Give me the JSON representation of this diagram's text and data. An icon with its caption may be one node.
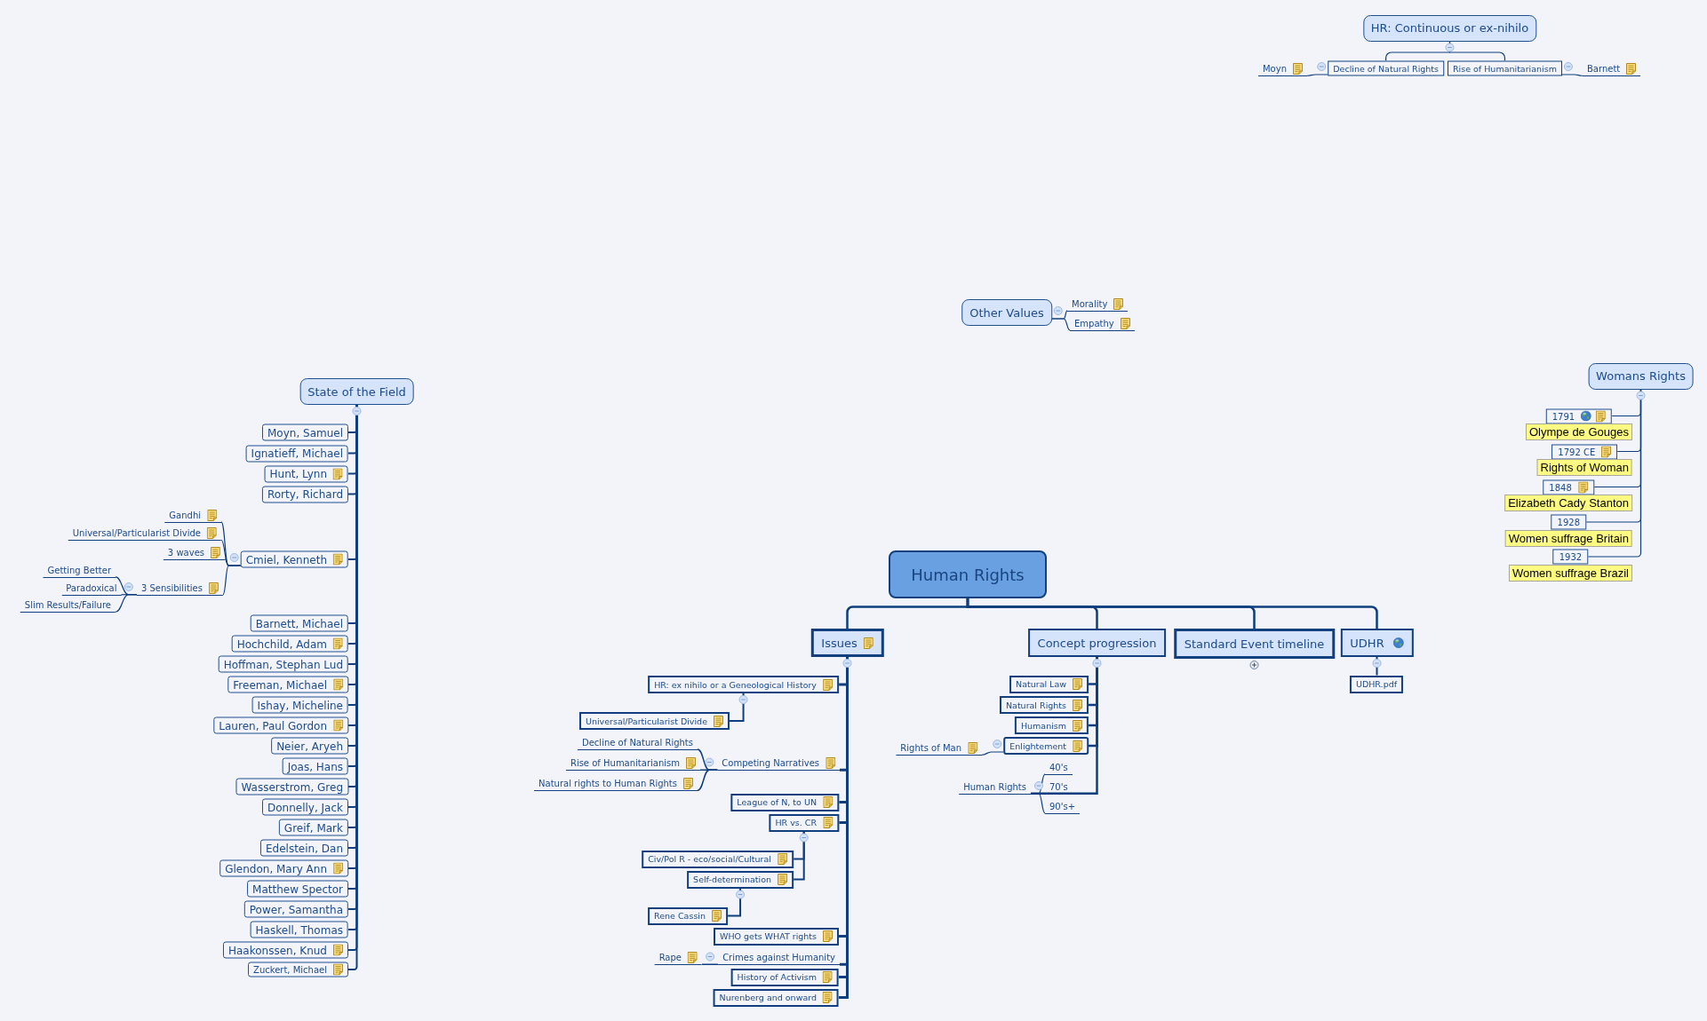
{
  "diagram": {
    "nodes": [
      {
        "text": [
          "HR: Continuous or ex-nihilo"
        ]
      },
      {
        "text": [
          "Moyn"
        ]
      },
      {
        "text": [
          "Decline of Natural Rights"
        ]
      },
      {
        "text": [
          "Rise of Humanitarianism"
        ]
      },
      {
        "text": [
          "Barnett"
        ]
      },
      {
        "text": [
          "Other Values"
        ]
      },
      {
        "text": [
          "Morality"
        ]
      },
      {
        "text": [
          "Empathy"
        ]
      },
      {
        "text": [
          "State of the Field"
        ]
      },
      {
        "text": [
          "Moyn, Samuel"
        ]
      },
      {
        "text": [
          "Ignatieff, Michael"
        ]
      },
      {
        "text": [
          "Hunt, Lynn"
        ]
      },
      {
        "text": [
          "Rorty, Richard"
        ]
      },
      {
        "text": [
          "Cmiel, Kenneth"
        ]
      },
      {
        "text": [
          "Gandhi"
        ]
      },
      {
        "text": [
          "Universal/Particularist Divide"
        ]
      },
      {
        "text": [
          "3 waves"
        ]
      },
      {
        "text": [
          "3 Sensibilities"
        ]
      },
      {
        "text": [
          "Getting Better"
        ]
      },
      {
        "text": [
          "Paradoxical"
        ]
      },
      {
        "text": [
          "Slim Results/Failure"
        ]
      },
      {
        "text": [
          "Barnett, Michael"
        ]
      },
      {
        "text": [
          "Hochchild, Adam"
        ]
      },
      {
        "text": [
          "Hoffman, Stephan Lud"
        ]
      },
      {
        "text": [
          "Freeman, Michael"
        ]
      },
      {
        "text": [
          "Ishay, Micheline"
        ]
      },
      {
        "text": [
          "Lauren, Paul Gordon"
        ]
      },
      {
        "text": [
          "Neier, Aryeh"
        ]
      },
      {
        "text": [
          "Joas, Hans"
        ]
      },
      {
        "text": [
          "Wasserstrom, Greg"
        ]
      },
      {
        "text": [
          "Donnelly, Jack"
        ]
      },
      {
        "text": [
          "Greif, Mark"
        ]
      },
      {
        "text": [
          "Edelstein, Dan"
        ]
      },
      {
        "text": [
          "Glendon, Mary Ann"
        ]
      },
      {
        "text": [
          "Matthew Spector"
        ]
      },
      {
        "text": [
          "Power, Samantha"
        ]
      },
      {
        "text": [
          "Haskell, Thomas"
        ]
      },
      {
        "text": [
          "Haakonssen, Knud"
        ]
      },
      {
        "text": [
          "Zuckert, Michael"
        ]
      },
      {
        "text": [
          "Womans Rights"
        ]
      },
      {
        "text": [
          "1791"
        ],
        "beside": [
          "Olympe de Gouges"
        ]
      },
      {
        "text": [
          "1792 CE"
        ],
        "beside": [
          "Rights of Woman"
        ]
      },
      {
        "text": [
          "1848"
        ],
        "beside": [
          "Elizabeth Cady Stanton"
        ]
      },
      {
        "text": [
          "1928"
        ],
        "beside": [
          "Women suffrage Britain"
        ]
      },
      {
        "text": [
          "1932"
        ],
        "beside": [
          "Women suffrage Brazil"
        ]
      },
      {
        "text": [
          "Human Rights"
        ]
      },
      {
        "text": [
          "Issues"
        ]
      },
      {
        "text": [
          "Concept progression"
        ]
      },
      {
        "text": [
          "Standard Event timeline"
        ]
      },
      {
        "text": [
          "UDHR"
        ]
      },
      {
        "text": [
          "HR: ex nihilo or a Geneological History"
        ]
      },
      {
        "text": [
          "Universal/Particularist Divide"
        ]
      },
      {
        "text": [
          "Competing Narratives"
        ]
      },
      {
        "text": [
          "Decline of Natural Rights"
        ]
      },
      {
        "text": [
          "Rise of Humanitarianism"
        ]
      },
      {
        "text": [
          "Natural rights to Human Rights"
        ]
      },
      {
        "text": [
          "League of N, to UN"
        ]
      },
      {
        "text": [
          "HR vs. CR"
        ]
      },
      {
        "text": [
          "Civ/Pol R - eco/social/Cultural"
        ]
      },
      {
        "text": [
          "Self-determination"
        ]
      },
      {
        "text": [
          "Rene Cassin"
        ]
      },
      {
        "text": [
          "WHO gets WHAT rights"
        ]
      },
      {
        "text": [
          "Crimes against Humanity"
        ]
      },
      {
        "text": [
          "Rape"
        ]
      },
      {
        "text": [
          "History of Activism"
        ]
      },
      {
        "text": [
          "Nurenberg and onward"
        ]
      },
      {
        "text": [
          "Natural Law"
        ]
      },
      {
        "text": [
          "Natural Rights"
        ]
      },
      {
        "text": [
          "Humanism"
        ]
      },
      {
        "text": [
          "Enlightement"
        ]
      },
      {
        "text": [
          "Rights of Man"
        ]
      },
      {
        "text": [
          "Human Rights"
        ]
      },
      {
        "text": [
          "40's"
        ]
      },
      {
        "text": [
          "70's"
        ]
      },
      {
        "text": [
          "90's+"
        ]
      },
      {
        "text": [
          "UDHR.pdf"
        ]
      }
    ],
    "edges": [
      {
        "from": 0,
        "to": 2,
        "arrow": "none"
      },
      {
        "from": 0,
        "to": 3,
        "arrow": "none"
      },
      {
        "from": 2,
        "to": 1,
        "arrow": "none"
      },
      {
        "from": 3,
        "to": 4,
        "arrow": "none"
      },
      {
        "from": 5,
        "to": 6,
        "arrow": "none"
      },
      {
        "from": 5,
        "to": 7,
        "arrow": "none"
      },
      {
        "from": 8,
        "to": 9,
        "arrow": "none"
      },
      {
        "from": 8,
        "to": 10,
        "arrow": "none"
      },
      {
        "from": 8,
        "to": 11,
        "arrow": "none"
      },
      {
        "from": 8,
        "to": 12,
        "arrow": "none"
      },
      {
        "from": 8,
        "to": 13,
        "arrow": "none"
      },
      {
        "from": 13,
        "to": 14,
        "arrow": "none"
      },
      {
        "from": 13,
        "to": 15,
        "arrow": "none"
      },
      {
        "from": 13,
        "to": 16,
        "arrow": "none"
      },
      {
        "from": 13,
        "to": 17,
        "arrow": "none"
      },
      {
        "from": 17,
        "to": 18,
        "arrow": "none"
      },
      {
        "from": 17,
        "to": 19,
        "arrow": "none"
      },
      {
        "from": 17,
        "to": 20,
        "arrow": "none"
      },
      {
        "from": 8,
        "to": 21,
        "arrow": "none"
      },
      {
        "from": 8,
        "to": 22,
        "arrow": "none"
      },
      {
        "from": 8,
        "to": 23,
        "arrow": "none"
      },
      {
        "from": 8,
        "to": 24,
        "arrow": "none"
      },
      {
        "from": 8,
        "to": 25,
        "arrow": "none"
      },
      {
        "from": 8,
        "to": 26,
        "arrow": "none"
      },
      {
        "from": 8,
        "to": 27,
        "arrow": "none"
      },
      {
        "from": 8,
        "to": 28,
        "arrow": "none"
      },
      {
        "from": 8,
        "to": 29,
        "arrow": "none"
      },
      {
        "from": 8,
        "to": 30,
        "arrow": "none"
      },
      {
        "from": 8,
        "to": 31,
        "arrow": "none"
      },
      {
        "from": 8,
        "to": 32,
        "arrow": "none"
      },
      {
        "from": 8,
        "to": 33,
        "arrow": "none"
      },
      {
        "from": 8,
        "to": 34,
        "arrow": "none"
      },
      {
        "from": 8,
        "to": 35,
        "arrow": "none"
      },
      {
        "from": 8,
        "to": 36,
        "arrow": "none"
      },
      {
        "from": 8,
        "to": 37,
        "arrow": "none"
      },
      {
        "from": 8,
        "to": 38,
        "arrow": "none"
      },
      {
        "from": 39,
        "to": 40,
        "arrow": "none"
      },
      {
        "from": 39,
        "to": 41,
        "arrow": "none"
      },
      {
        "from": 39,
        "to": 42,
        "arrow": "none"
      },
      {
        "from": 39,
        "to": 43,
        "arrow": "none"
      },
      {
        "from": 39,
        "to": 44,
        "arrow": "none"
      },
      {
        "from": 45,
        "to": 46,
        "arrow": "none"
      },
      {
        "from": 45,
        "to": 47,
        "arrow": "none"
      },
      {
        "from": 45,
        "to": 48,
        "arrow": "none"
      },
      {
        "from": 45,
        "to": 49,
        "arrow": "none"
      },
      {
        "from": 46,
        "to": 50,
        "arrow": "none"
      },
      {
        "from": 50,
        "to": 51,
        "arrow": "none"
      },
      {
        "from": 46,
        "to": 52,
        "arrow": "none"
      },
      {
        "from": 52,
        "to": 53,
        "arrow": "none"
      },
      {
        "from": 52,
        "to": 54,
        "arrow": "none"
      },
      {
        "from": 52,
        "to": 55,
        "arrow": "none"
      },
      {
        "from": 46,
        "to": 56,
        "arrow": "none"
      },
      {
        "from": 46,
        "to": 57,
        "arrow": "none"
      },
      {
        "from": 57,
        "to": 58,
        "arrow": "none"
      },
      {
        "from": 57,
        "to": 59,
        "arrow": "none"
      },
      {
        "from": 59,
        "to": 60,
        "arrow": "none"
      },
      {
        "from": 46,
        "to": 61,
        "arrow": "none"
      },
      {
        "from": 46,
        "to": 62,
        "arrow": "none"
      },
      {
        "from": 62,
        "to": 63,
        "arrow": "none"
      },
      {
        "from": 46,
        "to": 64,
        "arrow": "none"
      },
      {
        "from": 46,
        "to": 65,
        "arrow": "none"
      },
      {
        "from": 47,
        "to": 66,
        "arrow": "none"
      },
      {
        "from": 47,
        "to": 67,
        "arrow": "none"
      },
      {
        "from": 47,
        "to": 68,
        "arrow": "none"
      },
      {
        "from": 47,
        "to": 69,
        "arrow": "none"
      },
      {
        "from": 69,
        "to": 70,
        "arrow": "none"
      },
      {
        "from": 47,
        "to": 71,
        "arrow": "none"
      },
      {
        "from": 71,
        "to": 72,
        "arrow": "none"
      },
      {
        "from": 71,
        "to": 73,
        "arrow": "none"
      },
      {
        "from": 71,
        "to": 74,
        "arrow": "none"
      },
      {
        "from": 49,
        "to": 75,
        "arrow": "none"
      }
    ]
  }
}
